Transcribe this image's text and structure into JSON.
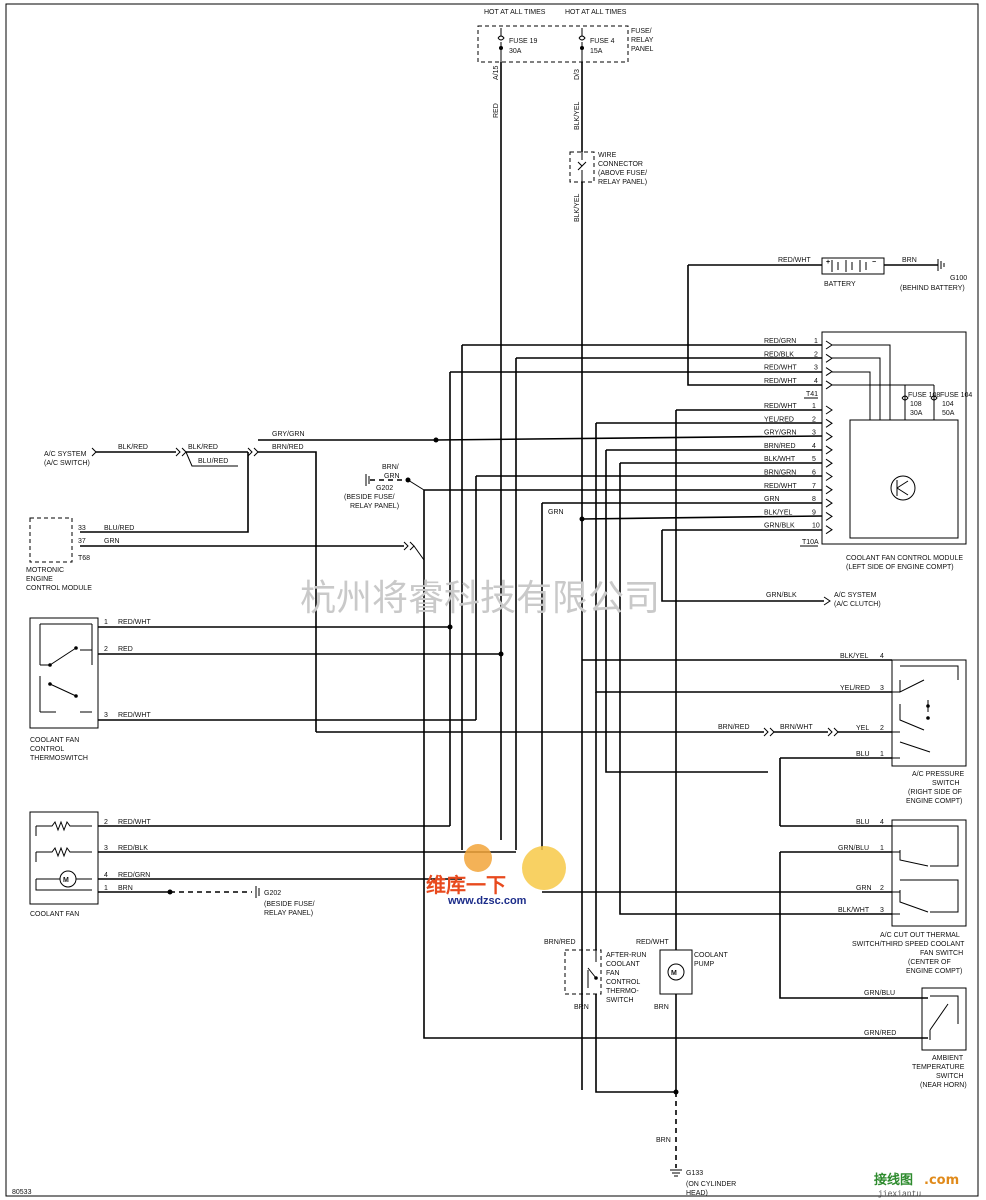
{
  "header": {
    "hot_at_all_times": "HOT AT ALL TIMES",
    "fuse19": "FUSE 19",
    "fuse19_amp": "30A",
    "fuse19_term": "A/15",
    "fuse4": "FUSE 4",
    "fuse4_amp": "15A",
    "fuse4_term": "D/3",
    "fuse_relay_panel": "FUSE/ RELAY PANEL"
  },
  "wire_connector": "WIRE CONNECTOR (ABOVE FUSE/ RELAY PANEL)",
  "battery": {
    "label": "BATTERY",
    "in_wire": "RED/WHT",
    "out_wire": "BRN",
    "ground": "G100",
    "ground_loc": "(BEHIND BATTERY)"
  },
  "top_wires": {
    "red": "RED",
    "blkyel1": "BLK/YEL",
    "blkyel2": "BLK/YEL"
  },
  "t41_pins": [
    {
      "wire": "RED/GRN",
      "pin": "1"
    },
    {
      "wire": "RED/BLK",
      "pin": "2"
    },
    {
      "wire": "RED/WHT",
      "pin": "3"
    },
    {
      "wire": "RED/WHT",
      "pin": "4"
    }
  ],
  "t41_label": "T41",
  "t10a_pins": [
    {
      "wire": "RED/WHT",
      "pin": "1"
    },
    {
      "wire": "YEL/RED",
      "pin": "2"
    },
    {
      "wire": "GRY/GRN",
      "pin": "3"
    },
    {
      "wire": "BRN/RED",
      "pin": "4"
    },
    {
      "wire": "BLK/WHT",
      "pin": "5"
    },
    {
      "wire": "BRN/GRN",
      "pin": "6"
    },
    {
      "wire": "RED/WHT",
      "pin": "7"
    },
    {
      "wire": "GRN",
      "pin": "8"
    },
    {
      "wire": "BLK/YEL",
      "pin": "9"
    },
    {
      "wire": "GRN/BLK",
      "pin": "10"
    }
  ],
  "t10a_label": "T10A",
  "fuses_cfm": {
    "f108": "FUSE 108",
    "f108_amp": "30A",
    "f104": "FUSE 104",
    "f104_amp": "50A"
  },
  "cfm_label": "COOLANT FAN CONTROL MODULE (LEFT SIDE OF ENGINE COMPT)",
  "ac_system_switch": "A/C SYSTEM (A/C SWITCH)",
  "ac_left_wires": {
    "blkred1": "BLK/RED",
    "blkred2": "BLK/RED",
    "blured_mid": "BLU/RED",
    "grygrn": "GRY/GRN",
    "brnred": "BRN/RED"
  },
  "g202_top": {
    "wire": "BRN/ GRN",
    "name": "G202",
    "loc": "(BESIDE FUSE/ RELAY PANEL)"
  },
  "ecm": {
    "pin33": "33",
    "w33": "BLU/RED",
    "pin37": "37",
    "w37": "GRN",
    "conn": "T68",
    "label": "MOTRONIC ENGINE CONTROL MODULE"
  },
  "grn_mid": "GRN",
  "ac_clutch": {
    "wire": "GRN/BLK",
    "label": "A/C SYSTEM (A/C CLUTCH)"
  },
  "thermoswitch": {
    "label": "COOLANT FAN CONTROL THERMOSWITCH",
    "pins": [
      {
        "pin": "1",
        "wire": "RED/WHT"
      },
      {
        "pin": "2",
        "wire": "RED"
      },
      {
        "pin": "3",
        "wire": "RED/WHT"
      }
    ]
  },
  "pressure_switch": {
    "label": "A/C PRESSURE SWITCH (RIGHT SIDE OF ENGINE COMPT)",
    "pins": [
      {
        "wire": "BLK/YEL",
        "pin": "4"
      },
      {
        "wire": "YEL/RED",
        "pin": "3"
      },
      {
        "wire": "YEL",
        "pin": "2"
      },
      {
        "wire": "BLU",
        "pin": "1"
      }
    ],
    "brnred": "BRN/RED",
    "brnwht": "BRN/WHT"
  },
  "cutout_switch": {
    "label": "A/C CUT OUT THERMAL SWITCH/THIRD SPEED COOLANT FAN SWITCH (CENTER OF ENGINE COMPT)",
    "pins": [
      {
        "wire": "BLU",
        "pin": "4"
      },
      {
        "wire": "GRN/BLU",
        "pin": "1"
      },
      {
        "wire": "GRN",
        "pin": "2"
      },
      {
        "wire": "BLK/WHT",
        "pin": "3"
      }
    ]
  },
  "coolant_fan": {
    "label": "COOLANT FAN",
    "pins": [
      {
        "pin": "2",
        "wire": "RED/WHT"
      },
      {
        "pin": "3",
        "wire": "RED/BLK"
      },
      {
        "pin": "4",
        "wire": "RED/GRN"
      },
      {
        "pin": "1",
        "wire": "BRN"
      }
    ],
    "g202": "G202",
    "g202_loc": "(BESIDE FUSE/ RELAY PANEL)"
  },
  "afterrun": {
    "wire_top": "BRN/RED",
    "wire_bot": "BRN",
    "label": "AFTER-RUN COOLANT FAN CONTROL THERMO-SWITCH"
  },
  "pump": {
    "wire_top": "RED/WHT",
    "wire_bot": "BRN",
    "label": "COOLANT PUMP"
  },
  "ambient": {
    "w1": "GRN/BLU",
    "w2": "GRN/RED",
    "label": "AMBIENT TEMPERATURE SWITCH (NEAR HORN)"
  },
  "g133": {
    "wire": "BRN",
    "name": "G133",
    "loc": "(ON CYLINDER HEAD)"
  },
  "diagram_no": "80533",
  "watermark": "杭州将睿科技有限公司",
  "logo": {
    "brand": "维库一下",
    "url": "www.dzsc.com"
  },
  "footer": {
    "cn": "接线图",
    "dot": ".com",
    "site": "jiexiantu"
  }
}
